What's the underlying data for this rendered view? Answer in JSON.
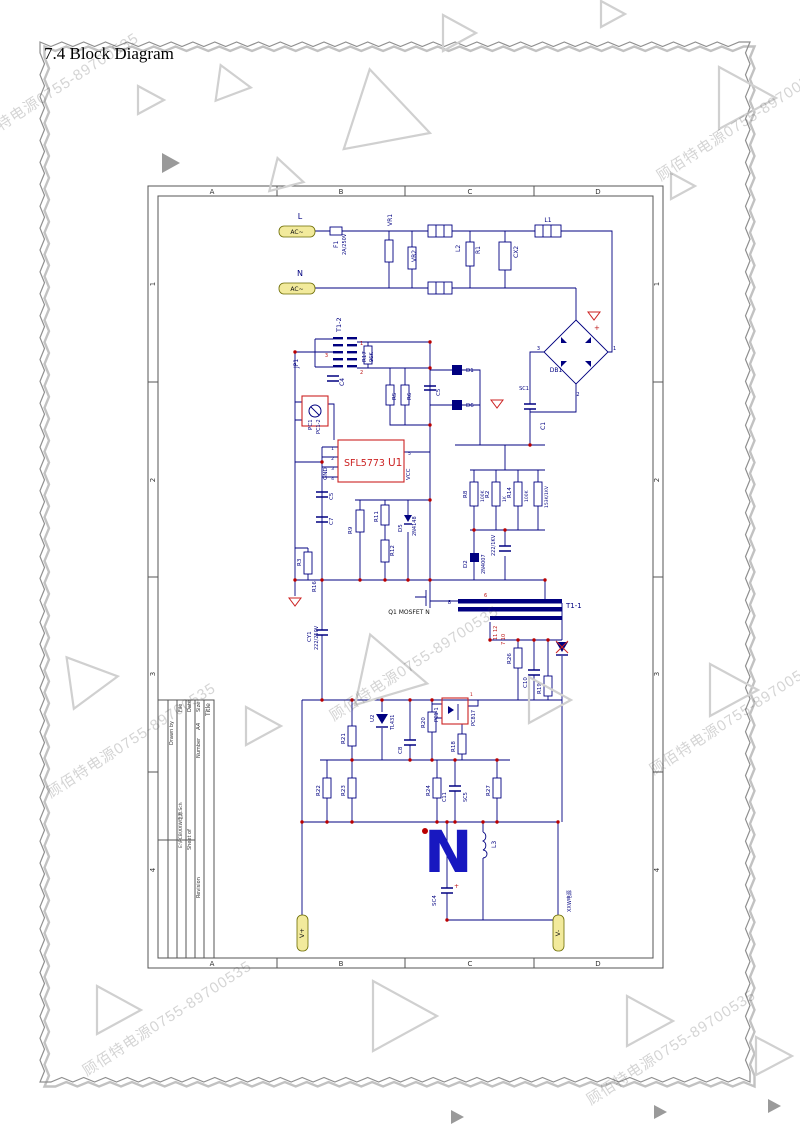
{
  "page": {
    "title": "7.4 Block Diagram",
    "watermark": "顾佰特电源0755-89700535"
  },
  "frame": {
    "cols": [
      "A",
      "B",
      "C",
      "D"
    ],
    "rows": [
      "1",
      "2",
      "3",
      "4"
    ]
  },
  "title_block": {
    "title_label": "Title",
    "size_label": "Size",
    "size_value": "A4",
    "number_label": "Number",
    "revision_label": "Revision",
    "date_label": "Date",
    "sheet_label": "Sheet of",
    "file_label": "File",
    "drawn_label": "Drawn by",
    "file_value": "E:\\PCB\\XXW电源.Sch"
  },
  "schematic": {
    "big_n": "N",
    "labels": {
      "in_l": "L",
      "ac1": "AC~",
      "in_n": "N",
      "ac2": "AC~",
      "f1": "F1",
      "f1v": "2A/250V",
      "vr1": "VR1",
      "vr2": "VR2",
      "l2": "L2",
      "r1": "R1",
      "cx2": "CX2",
      "l1": "L1",
      "db1": "DB1",
      "db_p3": "3",
      "db_p1": "1",
      "db_p2": "2",
      "plus1": "+",
      "sc1": "SC1",
      "c1": "C1",
      "t12": "T1-2",
      "t12p1": "1",
      "t12p3": "3",
      "t12p2": "2",
      "jp1": "JP1",
      "c4": "C4",
      "r17": "R17",
      "r17v": "96K",
      "r5": "R5",
      "r6": "R6",
      "c5a": "C5",
      "d1": "D1",
      "d6a": "D6",
      "pc1": "PC1",
      "pc12": "PC1-2",
      "u1": "SFL5773",
      "u1ref": "U1",
      "gnd": "GND",
      "vcc": "VCC",
      "u1p1": "1",
      "u1p2": "2",
      "u1p3": "3",
      "u1p4": "4",
      "u1p5": "5",
      "c5b": "C5",
      "c7": "C7",
      "d5": "D5",
      "d5v": "2N4148",
      "r9": "R9",
      "r11": "R11",
      "r12": "R12",
      "r3": "R3",
      "r16": "R16",
      "r8": "R8",
      "r8v": "100K",
      "r2": "R2",
      "r2v": "1K",
      "r14": "R14",
      "r14v": "100K",
      "r13": "153K/1KV",
      "c6": "222/1KV",
      "d2": "D2",
      "d2v": "2N4007",
      "q1": "Q1 MOSFET N",
      "cy1": "CY1",
      "cy1v": "222/250V",
      "t11": "T1-1",
      "t11p8": "8",
      "t11p6": "6",
      "t11pa": "11 12",
      "t11pb": "7 10",
      "r26": "R26",
      "c10": "C10",
      "r19": "R19",
      "u2": "U2",
      "tl431": "TL431",
      "pc11": "PC1-1",
      "pc817": "PC817",
      "pc817p1": "1",
      "r20": "R20",
      "r18": "R18",
      "c8": "C8",
      "r21": "R21",
      "r23": "R23",
      "r22": "R22",
      "r24": "R24",
      "c11": "C11",
      "sc5": "SC5",
      "r27": "R27",
      "l3": "L3",
      "sc4": "SC4",
      "plus2": "+",
      "vplus": "V+",
      "vminus": "V-",
      "outnote": "XXW电源"
    }
  }
}
